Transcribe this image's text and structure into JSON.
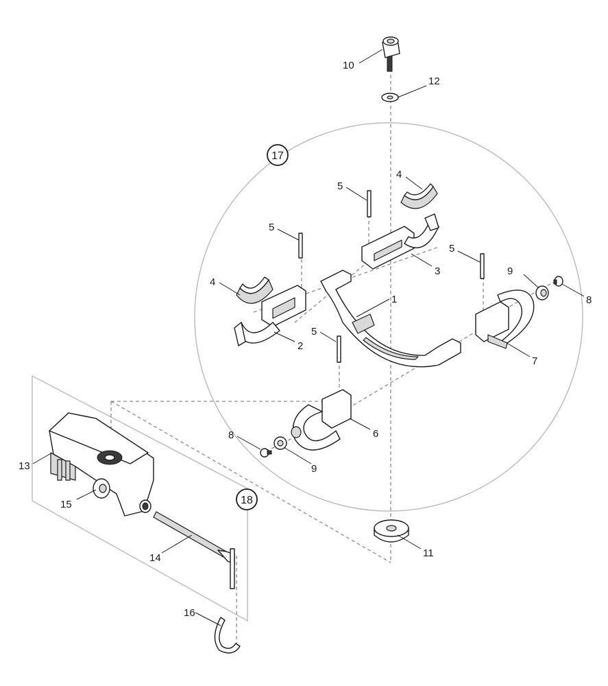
{
  "callouts": {
    "c1": "1",
    "c2": "2",
    "c3": "3",
    "c4a": "4",
    "c4b": "4",
    "c5a": "5",
    "c5b": "5",
    "c5c": "5",
    "c5d": "5",
    "c6": "6",
    "c7": "7",
    "c8a": "8",
    "c8b": "8",
    "c9a": "9",
    "c9b": "9",
    "c10": "10",
    "c11": "11",
    "c12": "12",
    "c13": "13",
    "c14": "14",
    "c15": "15",
    "c16": "16"
  },
  "groups": {
    "g17": "17",
    "g18": "18"
  }
}
